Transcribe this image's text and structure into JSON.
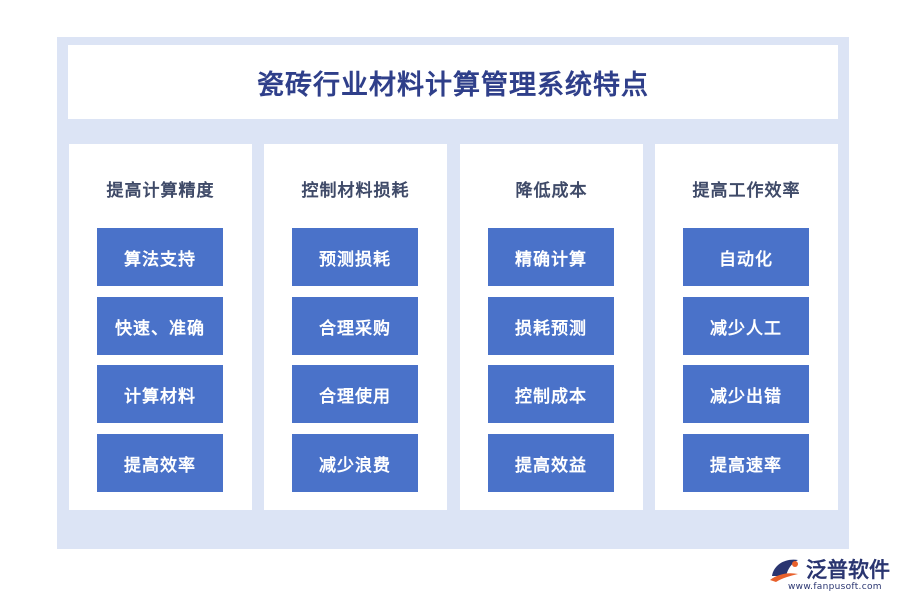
{
  "title": "瓷砖行业材料计算管理系统特点",
  "columns": [
    {
      "title": "提高计算精度",
      "items": [
        "算法支持",
        "快速、准确",
        "计算材料",
        "提高效率"
      ]
    },
    {
      "title": "控制材料损耗",
      "items": [
        "预测损耗",
        "合理采购",
        "合理使用",
        "减少浪费"
      ]
    },
    {
      "title": "降低成本",
      "items": [
        "精确计算",
        "损耗预测",
        "控制成本",
        "提高效益"
      ]
    },
    {
      "title": "提高工作效率",
      "items": [
        "自动化",
        "减少人工",
        "减少出错",
        "提高速率"
      ]
    }
  ],
  "brand": {
    "name": "泛普软件",
    "url": "www.fanpusoft.com"
  },
  "colors": {
    "frame": "#dce4f5",
    "title_text": "#2f3f8a",
    "item_fill": "#4a72c9",
    "brand": "#2a3570",
    "brand_accent": "#e8612c"
  },
  "icons": {
    "brand_logo": "fanpu-logo-icon"
  }
}
